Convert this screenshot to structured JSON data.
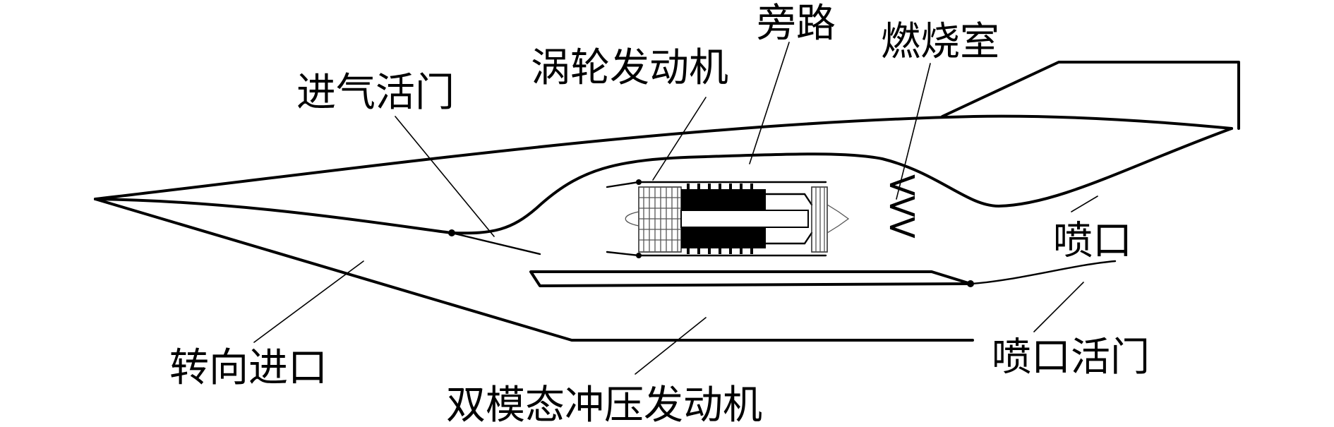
{
  "labels": {
    "bypass": "旁路",
    "combustor": "燃烧室",
    "turbine_engine": "涡轮发动机",
    "intake_valve": "进气活门",
    "nozzle": "喷口",
    "turning_inlet": "转向进口",
    "nozzle_valve": "喷口活门",
    "dual_mode_ramjet": "双模态冲压发动机"
  },
  "symbols": {
    "flame_marker": "<"
  }
}
